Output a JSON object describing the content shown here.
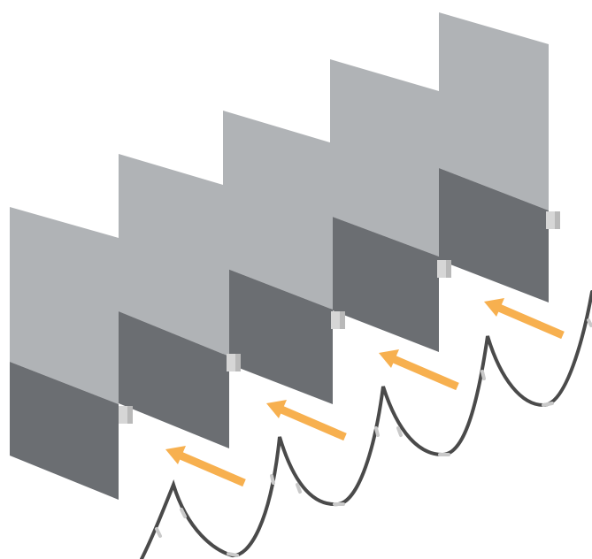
{
  "colors": {
    "background": "#ffffff",
    "panel_light": "#b0b3b6",
    "panel_dark": "#6b6e72",
    "clip": "#d6d6d6",
    "clip_shadow": "#b9b9b9",
    "wire": "#4a4a4a",
    "wire_tick": "#c9c9c9",
    "arrow": "#f7b04f"
  },
  "diagram": {
    "panel_count": 5,
    "arrow_count": 4,
    "arrow_meaning": "flow-direction",
    "wire": "cable-loop"
  }
}
